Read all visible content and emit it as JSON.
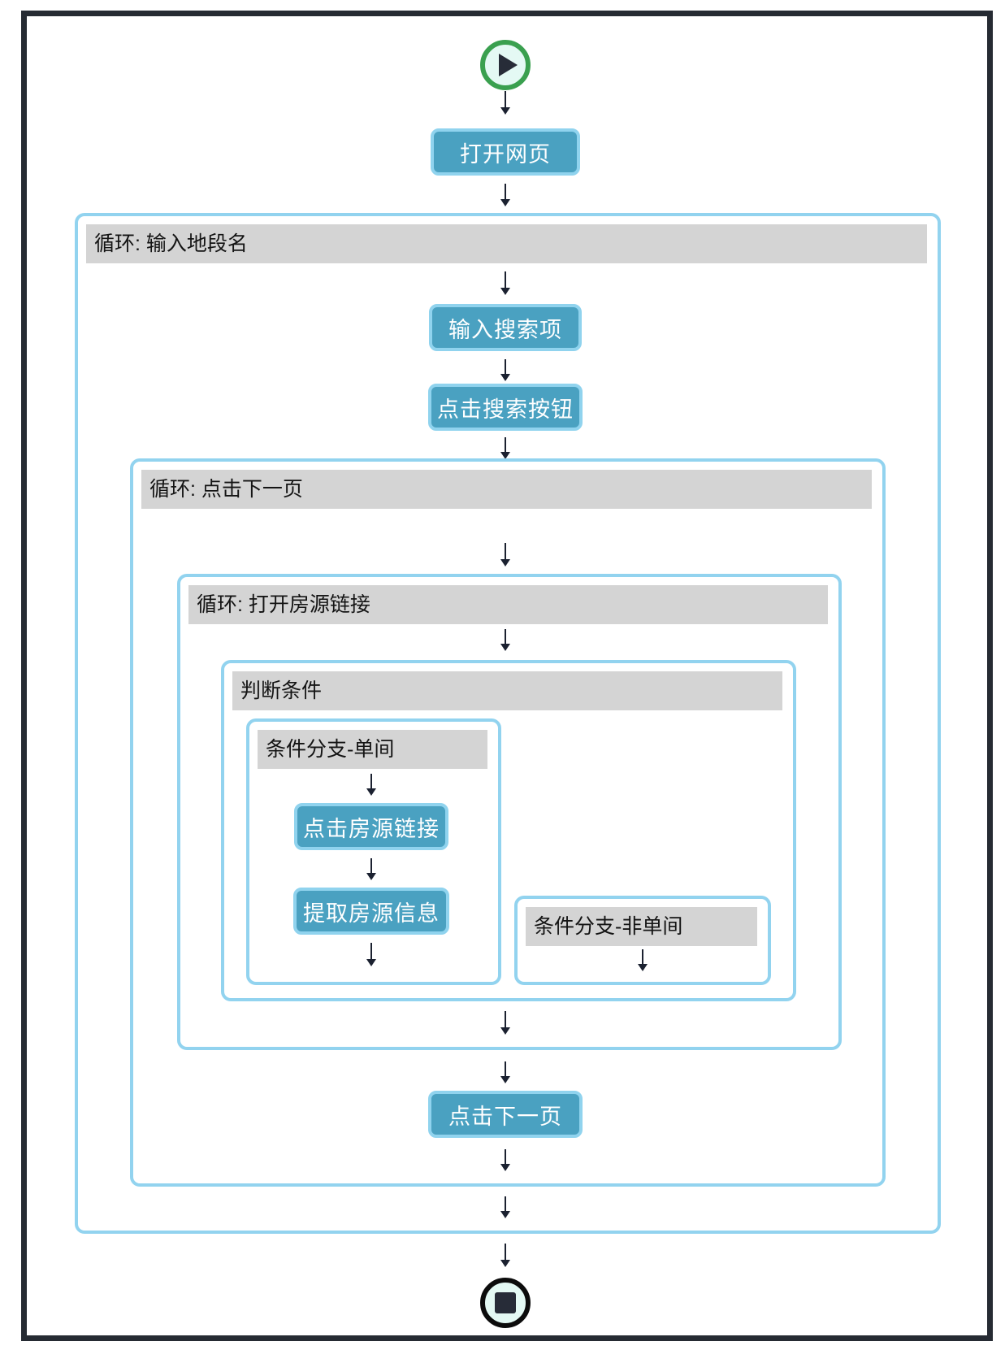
{
  "colors": {
    "frame": "#262b33",
    "container_border": "#92d3ef",
    "header_bg": "#d4d4d4",
    "button_bg": "#4aa1c1",
    "button_border": "#90d3ee",
    "arrow": "#1b2130",
    "start_ring": "#3aa04f",
    "stop_ring": "#0c0c0c",
    "stop_square": "#272c38",
    "icon_fill": "#e4f9f4",
    "text_dark": "#141414",
    "text_light": "#ffffff"
  },
  "icons": {
    "start": "play-circle",
    "end": "stop-circle"
  },
  "steps": {
    "open_page": "打开网页",
    "input_search": "输入搜索项",
    "click_search": "点击搜索按钮",
    "click_listing": "点击房源链接",
    "extract_info": "提取房源信息",
    "click_next": "点击下一页"
  },
  "containers": {
    "loop_district": "循环: 输入地段名",
    "loop_next_page": "循环: 点击下一页",
    "loop_open_listing": "循环: 打开房源链接",
    "condition": "判断条件",
    "branch_single": "条件分支-单间",
    "branch_not_single": "条件分支-非单间"
  }
}
